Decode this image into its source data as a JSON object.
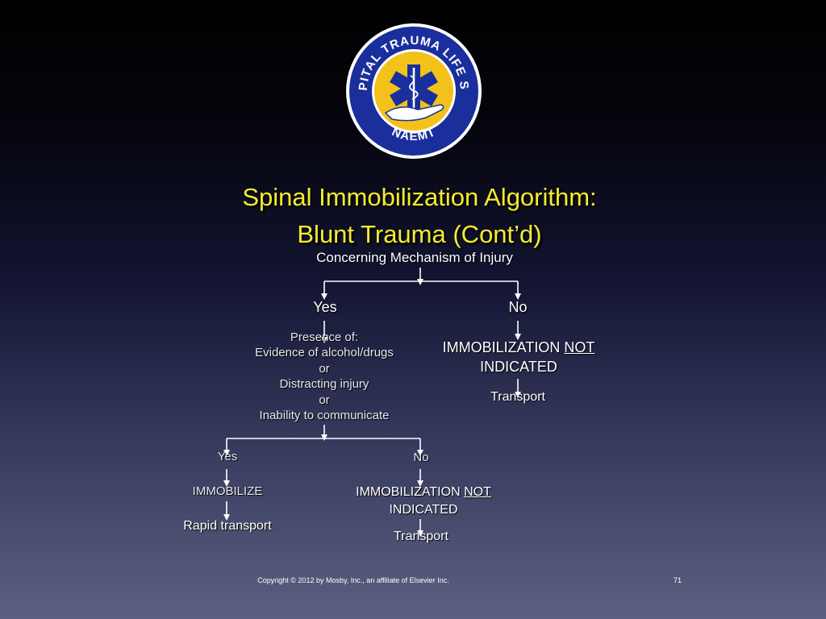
{
  "logo": {
    "ring_text": "Pre HOSPITAL TRAUMA LIFE SUPPORT",
    "bottom_text": "NAEMT",
    "colors": {
      "ring": "#1a2f9c",
      "inner": "#f2c21b",
      "star": "#1a2f9c"
    }
  },
  "title": {
    "line1": "Spinal Immobilization Algorithm:",
    "line2": "Blunt Trauma (Cont’d)"
  },
  "flow": {
    "root": "Concerning Mechanism of Injury",
    "yes1": "Yes",
    "no1": "No",
    "presence": {
      "line1": "Presence of:",
      "line2": "Evidence of alcohol/drugs",
      "line3": "or",
      "line4": "Distracting injury",
      "line5": "or",
      "line6": "Inability to communicate"
    },
    "not_indicated_1": {
      "prefix": "IMMOBILIZATION ",
      "underlined": "NOT",
      "line2": "INDICATED"
    },
    "transport_1": "Transport",
    "yes2": "Yes",
    "no2": "No",
    "immobilize": "IMMOBILIZE",
    "rapid_transport": "Rapid transport",
    "not_indicated_2": {
      "prefix": "IMMOBILIZATION ",
      "underlined": "NOT",
      "line2": "INDICATED"
    },
    "transport_2": "Transport"
  },
  "footer": {
    "copyright": "Copyright © 2012 by Mosby, Inc., an affiliate of Elsevier Inc.",
    "page_number": "71"
  },
  "colors": {
    "title": "#f5ec2c",
    "text": "#ffffff",
    "connector": "#ffffff"
  }
}
